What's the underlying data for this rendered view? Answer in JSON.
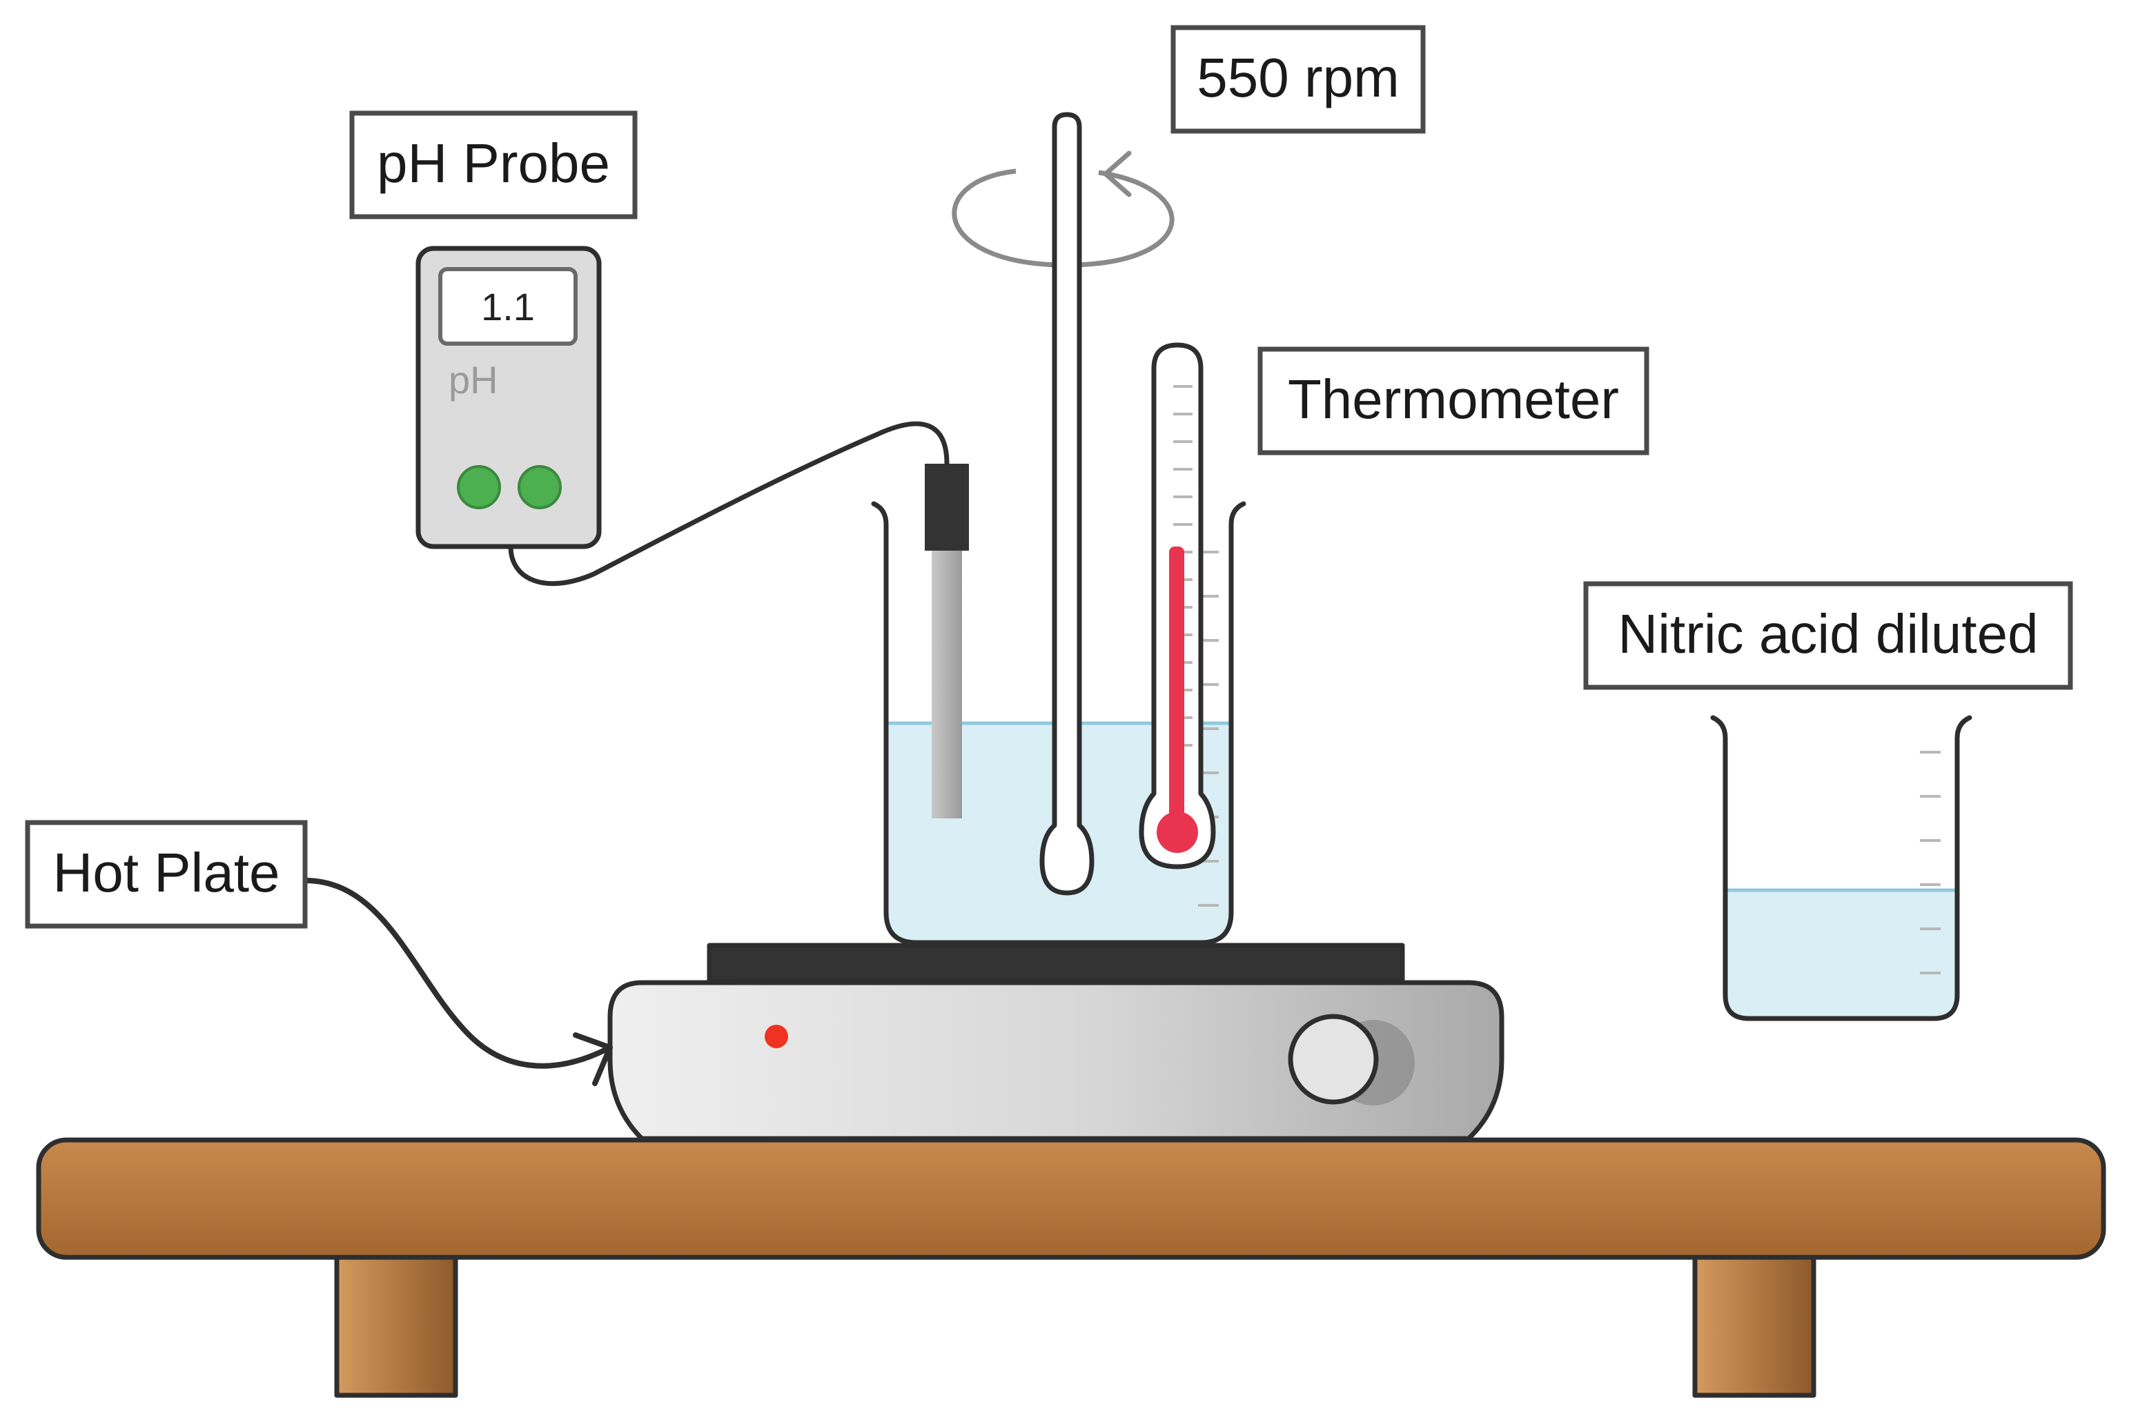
{
  "labels": {
    "rpm": "550 rpm",
    "ph_probe": "pH Probe",
    "thermometer": "Thermometer",
    "nitric_acid": "Nitric acid diluted",
    "hot_plate": "Hot Plate"
  },
  "ph_meter": {
    "reading": "1.1",
    "unit": "pH"
  },
  "colors": {
    "liquid": "#d9eef5",
    "liquid_surface": "#8fc9de",
    "mercury": "#e8344e",
    "table": "#b5773f",
    "hot_plate_body": "#d8d8d8",
    "meter_buttons": "#4caf50",
    "indicator_light": "#ee3322"
  }
}
